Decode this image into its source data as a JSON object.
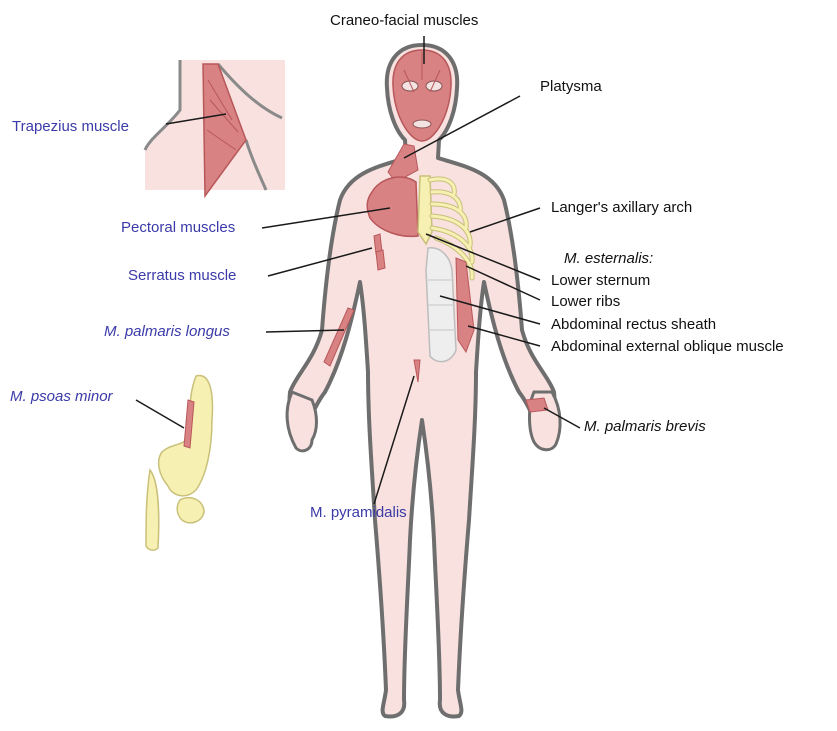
{
  "colors": {
    "skin": "#f8e1df",
    "outline": "#6e6e6e",
    "muscle": "#d98283",
    "muscle_dark": "#b8575a",
    "bone": "#f6f0b2",
    "bone_outline": "#c9c07a",
    "label_blue": "#3a3aa8",
    "label_black": "#111111",
    "leader": "#1a1a1a"
  },
  "labels": {
    "craneo_facial": "Craneo-facial muscles",
    "platysma": "Platysma",
    "trapezius": "Trapezius muscle",
    "pectoral": "Pectoral muscles",
    "langers": "Langer's axillary arch",
    "serratus": "Serratus muscle",
    "m_esternalis": "M. esternalis:",
    "lower_sternum": "Lower sternum",
    "lower_ribs": "Lower ribs",
    "abdominal_rectus": "Abdominal rectus sheath",
    "abdominal_external": "Abdominal external oblique muscle",
    "palmaris_longus": "M. palmaris longus",
    "psoas_minor": "M. psoas minor",
    "palmaris_brevis": "M. palmaris brevis",
    "pyramidalis": "M. pyramidalis"
  }
}
